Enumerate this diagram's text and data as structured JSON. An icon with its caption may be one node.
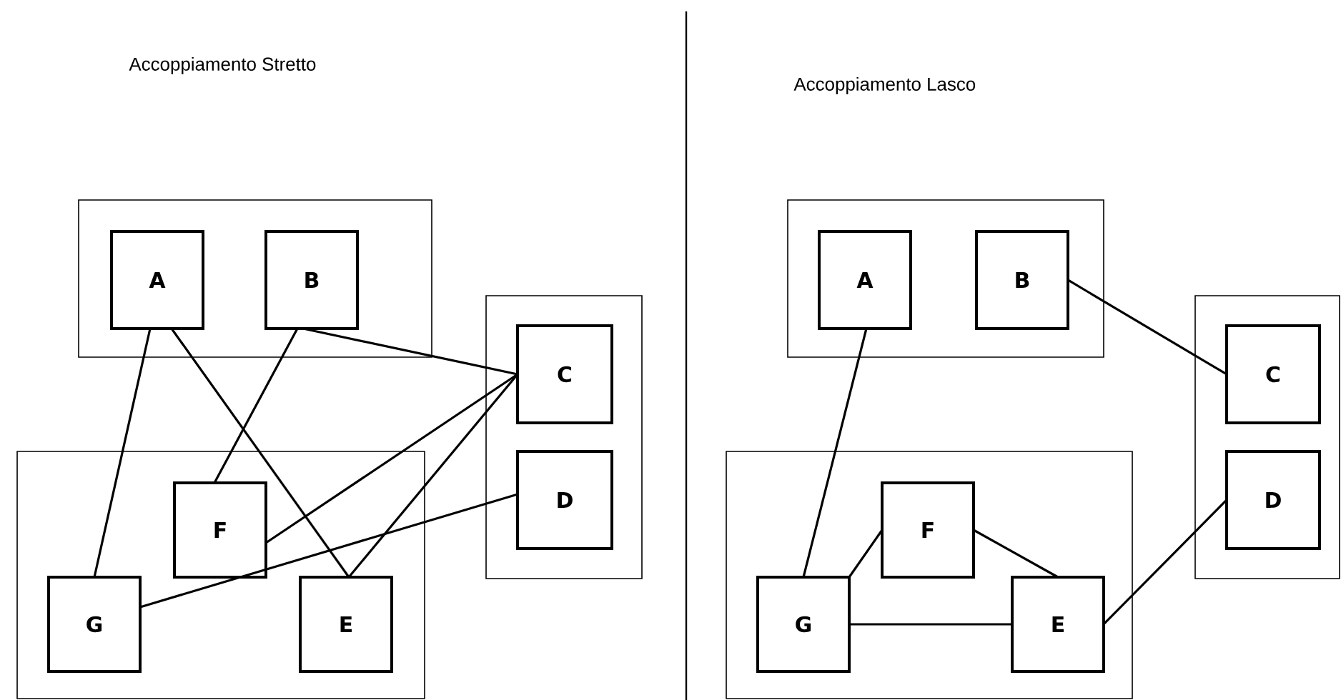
{
  "diagram": {
    "nodes": [
      {
        "text": [],
        "shape": "box"
      },
      {
        "text": [
          "A"
        ],
        "in": 0
      },
      {
        "text": [
          "B"
        ],
        "in": 0
      },
      {
        "text": [],
        "shape": "box"
      },
      {
        "text": [
          "C"
        ],
        "in": 3
      },
      {
        "text": [
          "D"
        ],
        "in": 3
      },
      {
        "text": [],
        "shape": "box"
      },
      {
        "text": [
          "F"
        ],
        "in": 6
      },
      {
        "text": [
          "G"
        ],
        "in": 6
      },
      {
        "text": [
          "E"
        ],
        "in": 6
      },
      {
        "text": [],
        "shape": "box"
      },
      {
        "text": [
          "A"
        ],
        "in": 10
      },
      {
        "text": [
          "B"
        ],
        "in": 10
      },
      {
        "text": [],
        "shape": "box"
      },
      {
        "text": [
          "C"
        ],
        "in": 13
      },
      {
        "text": [
          "D"
        ],
        "in": 13
      },
      {
        "text": [],
        "shape": "box"
      },
      {
        "text": [
          "F"
        ],
        "in": 16
      },
      {
        "text": [
          "G"
        ],
        "in": 16
      },
      {
        "text": [
          "E"
        ],
        "in": 16
      }
    ],
    "edges": [
      {
        "from": 1,
        "to": 8,
        "arrow": "none"
      },
      {
        "from": 1,
        "to": 9,
        "arrow": "none"
      },
      {
        "from": 2,
        "to": 7,
        "arrow": "none"
      },
      {
        "from": 2,
        "to": 4,
        "arrow": "none"
      },
      {
        "from": 4,
        "to": 7,
        "arrow": "none"
      },
      {
        "from": 4,
        "to": 9,
        "arrow": "none"
      },
      {
        "from": 5,
        "to": 8,
        "arrow": "none"
      },
      {
        "from": 11,
        "to": 18,
        "arrow": "none"
      },
      {
        "from": 12,
        "to": 14,
        "arrow": "none"
      },
      {
        "from": 18,
        "to": 17,
        "arrow": "none"
      },
      {
        "from": 17,
        "to": 19,
        "arrow": "none"
      },
      {
        "from": 18,
        "to": 19,
        "arrow": "none"
      },
      {
        "from": 19,
        "to": 15,
        "arrow": "none"
      }
    ],
    "labels": [
      "Accoppiamento Stretto",
      "Accoppiamento Lasco"
    ]
  }
}
